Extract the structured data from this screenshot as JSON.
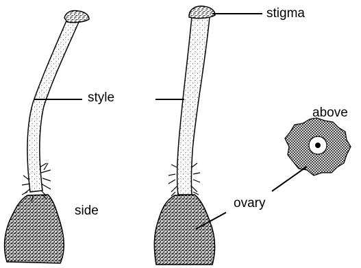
{
  "labels": {
    "stigma": "stigma",
    "style": "style",
    "above": "above",
    "side": "side",
    "ovary": "ovary"
  }
}
